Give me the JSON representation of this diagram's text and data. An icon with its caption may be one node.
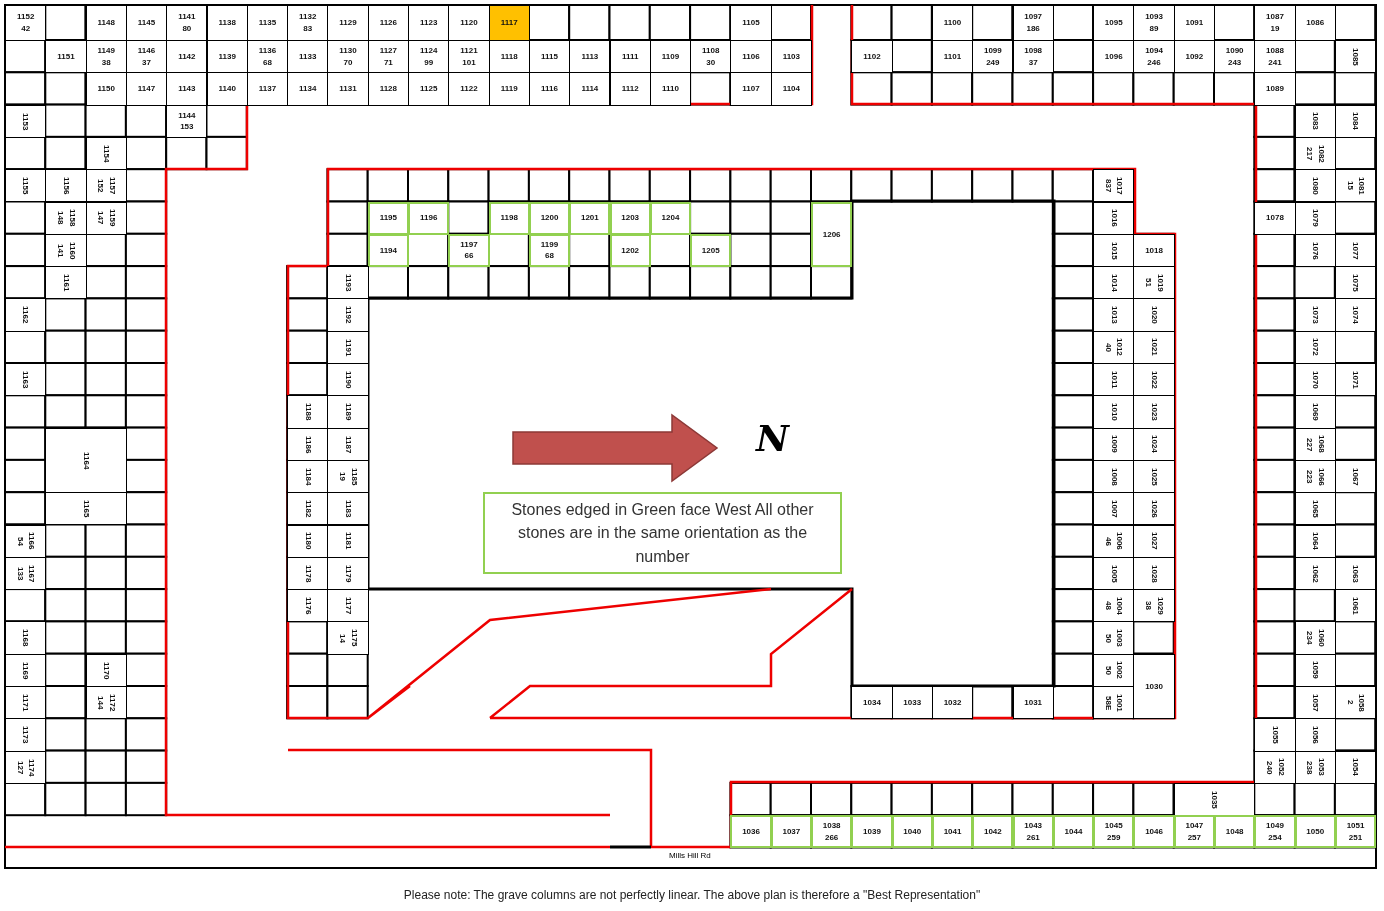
{
  "diagram": {
    "nodes": [
      {
        "text": [
          "1152",
          "42"
        ]
      },
      {
        "text": [
          "1148"
        ]
      },
      {
        "text": [
          "1145"
        ]
      },
      {
        "text": [
          "1141",
          "80"
        ]
      },
      {
        "text": [
          "1138"
        ]
      },
      {
        "text": [
          "1135"
        ]
      },
      {
        "text": [
          "1132",
          "83"
        ]
      },
      {
        "text": [
          "1129"
        ]
      },
      {
        "text": [
          "1126"
        ]
      },
      {
        "text": [
          "1123"
        ]
      },
      {
        "text": [
          "1120"
        ]
      },
      {
        "text": [
          "1117"
        ]
      },
      {
        "text": [
          "1105"
        ]
      },
      {
        "text": [
          "1100"
        ]
      },
      {
        "text": [
          "1097",
          "186"
        ]
      },
      {
        "text": [
          "1095"
        ]
      },
      {
        "text": [
          "1093",
          "89"
        ]
      },
      {
        "text": [
          "1091"
        ]
      },
      {
        "text": [
          "1087",
          "19"
        ]
      },
      {
        "text": [
          "1086"
        ]
      },
      {
        "text": [
          "1151"
        ]
      },
      {
        "text": [
          "1149",
          "38"
        ]
      },
      {
        "text": [
          "1146",
          "37"
        ]
      },
      {
        "text": [
          "1142"
        ]
      },
      {
        "text": [
          "1139"
        ]
      },
      {
        "text": [
          "1136",
          "68"
        ]
      },
      {
        "text": [
          "1133"
        ]
      },
      {
        "text": [
          "1130",
          "70"
        ]
      },
      {
        "text": [
          "1127",
          "71"
        ]
      },
      {
        "text": [
          "1124",
          "99"
        ]
      },
      {
        "text": [
          "1121",
          "101"
        ]
      },
      {
        "text": [
          "1118"
        ]
      },
      {
        "text": [
          "1115"
        ]
      },
      {
        "text": [
          "1113"
        ]
      },
      {
        "text": [
          "1111"
        ]
      },
      {
        "text": [
          "1109"
        ]
      },
      {
        "text": [
          "1108",
          "30"
        ]
      },
      {
        "text": [
          "1106"
        ]
      },
      {
        "text": [
          "1103"
        ]
      },
      {
        "text": [
          "1102"
        ]
      },
      {
        "text": [
          "1101"
        ]
      },
      {
        "text": [
          "1099",
          "249"
        ]
      },
      {
        "text": [
          "1098",
          "37"
        ]
      },
      {
        "text": [
          "1096"
        ]
      },
      {
        "text": [
          "1094",
          "246"
        ]
      },
      {
        "text": [
          "1092"
        ]
      },
      {
        "text": [
          "1090",
          "243"
        ]
      },
      {
        "text": [
          "1088",
          "241"
        ]
      },
      {
        "text": [
          "1085"
        ]
      },
      {
        "text": [
          "1150"
        ]
      },
      {
        "text": [
          "1147"
        ]
      },
      {
        "text": [
          "1143"
        ]
      },
      {
        "text": [
          "1140"
        ]
      },
      {
        "text": [
          "1137"
        ]
      },
      {
        "text": [
          "1134"
        ]
      },
      {
        "text": [
          "1131"
        ]
      },
      {
        "text": [
          "1128"
        ]
      },
      {
        "text": [
          "1125"
        ]
      },
      {
        "text": [
          "1122"
        ]
      },
      {
        "text": [
          "1119"
        ]
      },
      {
        "text": [
          "1116"
        ]
      },
      {
        "text": [
          "1114"
        ]
      },
      {
        "text": [
          "1112"
        ]
      },
      {
        "text": [
          "1110"
        ]
      },
      {
        "text": [
          "1107"
        ]
      },
      {
        "text": [
          "1104"
        ]
      },
      {
        "text": [
          "1089"
        ]
      },
      {
        "text": [
          "1153"
        ]
      },
      {
        "text": [
          "1144",
          "153"
        ]
      },
      {
        "text": [
          "1083"
        ]
      },
      {
        "text": [
          "1084"
        ]
      },
      {
        "text": [
          "1154"
        ]
      },
      {
        "text": [
          "1082",
          "217"
        ]
      },
      {
        "text": [
          "1155"
        ]
      },
      {
        "text": [
          "1156"
        ]
      },
      {
        "text": [
          "1157",
          "152"
        ]
      },
      {
        "text": [
          "1017",
          "837"
        ]
      },
      {
        "text": [
          "1080"
        ]
      },
      {
        "text": [
          "1081",
          "15"
        ]
      },
      {
        "text": [
          "1158",
          "148"
        ]
      },
      {
        "text": [
          "1159",
          "147"
        ]
      },
      {
        "text": [
          "1195"
        ]
      },
      {
        "text": [
          "1196"
        ]
      },
      {
        "text": [
          "1198"
        ]
      },
      {
        "text": [
          "1200"
        ]
      },
      {
        "text": [
          "1201"
        ]
      },
      {
        "text": [
          "1203"
        ]
      },
      {
        "text": [
          "1204"
        ]
      },
      {
        "text": [
          "1206"
        ]
      },
      {
        "text": [
          "1016"
        ]
      },
      {
        "text": [
          "1078"
        ]
      },
      {
        "text": [
          "1079"
        ]
      },
      {
        "text": [
          "1160",
          "141"
        ]
      },
      {
        "text": [
          "1194"
        ]
      },
      {
        "text": [
          "1197",
          "66"
        ]
      },
      {
        "text": [
          "1199",
          "68"
        ]
      },
      {
        "text": [
          "1202"
        ]
      },
      {
        "text": [
          "1205"
        ]
      },
      {
        "text": [
          "1015"
        ]
      },
      {
        "text": [
          "1018"
        ]
      },
      {
        "text": [
          "1076"
        ]
      },
      {
        "text": [
          "1077"
        ]
      },
      {
        "text": [
          "1161"
        ]
      },
      {
        "text": [
          "1193"
        ]
      },
      {
        "text": [
          "1014"
        ]
      },
      {
        "text": [
          "1019",
          "51"
        ]
      },
      {
        "text": [
          "1075"
        ]
      },
      {
        "text": [
          "1162"
        ]
      },
      {
        "text": [
          "1192"
        ]
      },
      {
        "text": [
          "1013"
        ]
      },
      {
        "text": [
          "1020"
        ]
      },
      {
        "text": [
          "1073"
        ]
      },
      {
        "text": [
          "1074"
        ]
      },
      {
        "text": [
          "1191"
        ]
      },
      {
        "text": [
          "1012",
          "40"
        ]
      },
      {
        "text": [
          "1021"
        ]
      },
      {
        "text": [
          "1072"
        ]
      },
      {
        "text": [
          "1163"
        ]
      },
      {
        "text": [
          "1190"
        ]
      },
      {
        "text": [
          "1011"
        ]
      },
      {
        "text": [
          "1022"
        ]
      },
      {
        "text": [
          "1070"
        ]
      },
      {
        "text": [
          "1071"
        ]
      },
      {
        "text": [
          "1188"
        ]
      },
      {
        "text": [
          "1189"
        ]
      },
      {
        "text": [
          "1010"
        ]
      },
      {
        "text": [
          "1023"
        ]
      },
      {
        "text": [
          "1069"
        ]
      },
      {
        "text": [
          "1164"
        ]
      },
      {
        "text": [
          "1186"
        ]
      },
      {
        "text": [
          "1187"
        ]
      },
      {
        "text": [
          "1009"
        ]
      },
      {
        "text": [
          "1024"
        ]
      },
      {
        "text": [
          "1068",
          "227"
        ]
      },
      {
        "text": [
          "1184"
        ]
      },
      {
        "text": [
          "1185",
          "19"
        ]
      },
      {
        "text": [
          "1008"
        ]
      },
      {
        "text": [
          "1025"
        ]
      },
      {
        "text": [
          "1066",
          "223"
        ]
      },
      {
        "text": [
          "1067"
        ]
      },
      {
        "text": [
          "1165"
        ]
      },
      {
        "text": [
          "1182"
        ]
      },
      {
        "text": [
          "1183"
        ]
      },
      {
        "text": [
          "1007"
        ]
      },
      {
        "text": [
          "1026"
        ]
      },
      {
        "text": [
          "1065"
        ]
      },
      {
        "text": [
          "1166",
          "54"
        ]
      },
      {
        "text": [
          "1180"
        ]
      },
      {
        "text": [
          "1181"
        ]
      },
      {
        "text": [
          "1006",
          "46"
        ]
      },
      {
        "text": [
          "1027"
        ]
      },
      {
        "text": [
          "1064"
        ]
      },
      {
        "text": [
          "1167",
          "133"
        ]
      },
      {
        "text": [
          "1178"
        ]
      },
      {
        "text": [
          "1179"
        ]
      },
      {
        "text": [
          "1005"
        ]
      },
      {
        "text": [
          "1028"
        ]
      },
      {
        "text": [
          "1062"
        ]
      },
      {
        "text": [
          "1063"
        ]
      },
      {
        "text": [
          "1176"
        ]
      },
      {
        "text": [
          "1177"
        ]
      },
      {
        "text": [
          "1004",
          "48"
        ]
      },
      {
        "text": [
          "1029",
          "38"
        ]
      },
      {
        "text": [
          "1061"
        ]
      },
      {
        "text": [
          "1168"
        ]
      },
      {
        "text": [
          "1175",
          "14"
        ]
      },
      {
        "text": [
          "1003",
          "50"
        ]
      },
      {
        "text": [
          "1060",
          "234"
        ]
      },
      {
        "text": [
          "1169"
        ]
      },
      {
        "text": [
          "1170"
        ]
      },
      {
        "text": [
          "1002",
          "50"
        ]
      },
      {
        "text": [
          "1030"
        ]
      },
      {
        "text": [
          "1059"
        ]
      },
      {
        "text": [
          "1171"
        ]
      },
      {
        "text": [
          "1172",
          "144"
        ]
      },
      {
        "text": [
          "1034"
        ]
      },
      {
        "text": [
          "1033"
        ]
      },
      {
        "text": [
          "1032"
        ]
      },
      {
        "text": [
          "1031"
        ]
      },
      {
        "text": [
          "1001",
          "58E"
        ]
      },
      {
        "text": [
          "1057"
        ]
      },
      {
        "text": [
          "1058",
          "2"
        ]
      },
      {
        "text": [
          "1173"
        ]
      },
      {
        "text": [
          "1055"
        ]
      },
      {
        "text": [
          "1056"
        ]
      },
      {
        "text": [
          "1174",
          "127"
        ]
      },
      {
        "text": [
          "1052",
          "240"
        ]
      },
      {
        "text": [
          "1053",
          "238"
        ]
      },
      {
        "text": [
          "1054"
        ]
      },
      {
        "text": [
          "1035"
        ]
      },
      {
        "text": [
          "1036"
        ]
      },
      {
        "text": [
          "1037"
        ]
      },
      {
        "text": [
          "1038",
          "266"
        ]
      },
      {
        "text": [
          "1039"
        ]
      },
      {
        "text": [
          "1040"
        ]
      },
      {
        "text": [
          "1041"
        ]
      },
      {
        "text": [
          "1042"
        ]
      },
      {
        "text": [
          "1043",
          "261"
        ]
      },
      {
        "text": [
          "1044"
        ]
      },
      {
        "text": [
          "1045",
          "259"
        ]
      },
      {
        "text": [
          "1046"
        ]
      },
      {
        "text": [
          "1047",
          "257"
        ]
      },
      {
        "text": [
          "1048"
        ]
      },
      {
        "text": [
          "1049",
          "254"
        ]
      },
      {
        "text": [
          "1050"
        ]
      },
      {
        "text": [
          "1051",
          "251"
        ]
      },
      {
        "text": [
          "Stones edged in Green face West All other stones are in the same orientation as the number"
        ]
      }
    ],
    "labels": [
      "N",
      "Mills Hill Rd",
      "Please note: The grave columns are not perfectly linear. The above plan is therefore a \"Best Representation\""
    ]
  }
}
